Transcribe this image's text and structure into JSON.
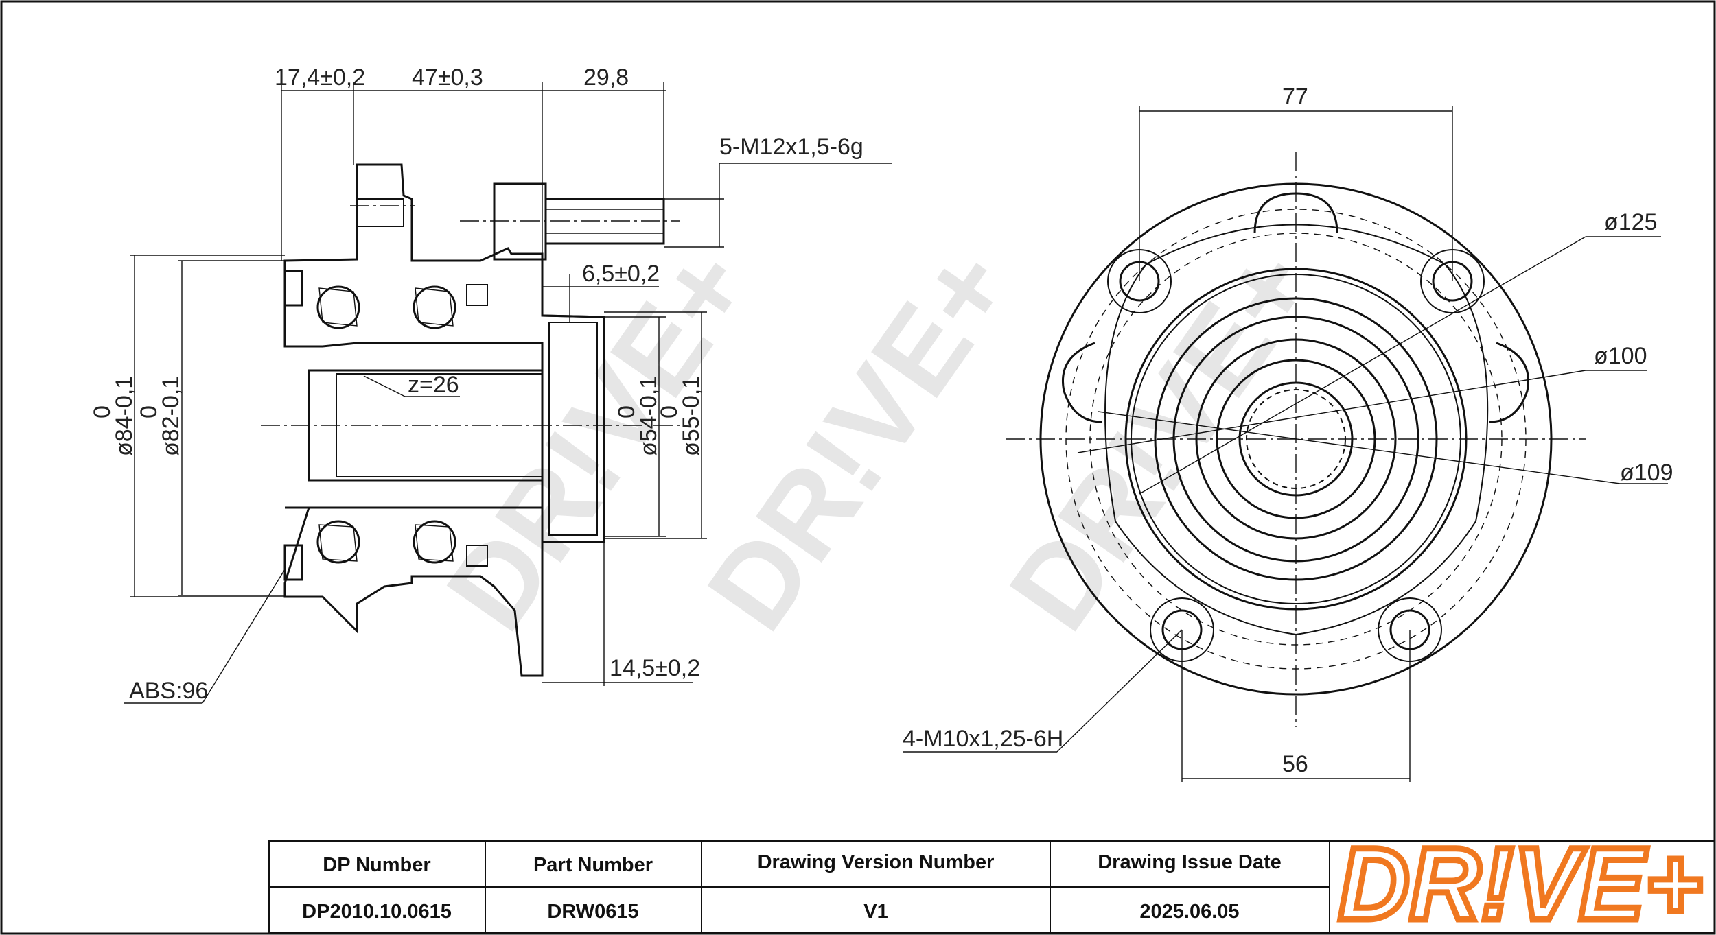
{
  "side_view": {
    "dim_flange_offset": "17,4±0,2",
    "dim_hub_length": "47±0,3",
    "dim_stud_length": "29,8",
    "stud_thread": "5-M12x1,5-6g",
    "dim_pilot_step": "6,5±0,2",
    "spline_teeth": "z=26",
    "dim_outer_dia_1": "ø84-0,1",
    "dim_outer_dia_1_upper": "0",
    "dim_outer_dia_2": "ø82-0,1",
    "dim_outer_dia_2_upper": "0",
    "dim_pilot_dia_1": "ø54-0,1",
    "dim_pilot_dia_1_upper": "0",
    "dim_pilot_dia_2": "ø55-0,1",
    "dim_pilot_dia_2_upper": "0",
    "dim_flange_thickness": "14,5±0,2",
    "abs_ring": "ABS:96"
  },
  "front_view": {
    "dim_top_spacing": "77",
    "dim_pcd_outer": "ø125",
    "dim_pcd_100": "ø100",
    "dim_pcd_109": "ø109",
    "mount_thread": "4-M10x1,25-6H",
    "dim_bottom_spacing": "56"
  },
  "watermark": "DR!VE+",
  "title_block": {
    "headers": [
      "DP Number",
      "Part Number",
      "Drawing Version Number",
      "Drawing Issue Date"
    ],
    "values": [
      "DP2010.10.0615",
      "DRW0615",
      "V1",
      "2025.06.05"
    ],
    "logo": "DR!VE+"
  },
  "colors": {
    "logo": "#f07820",
    "lines": "#111111",
    "watermark": "#e6e6e6"
  }
}
